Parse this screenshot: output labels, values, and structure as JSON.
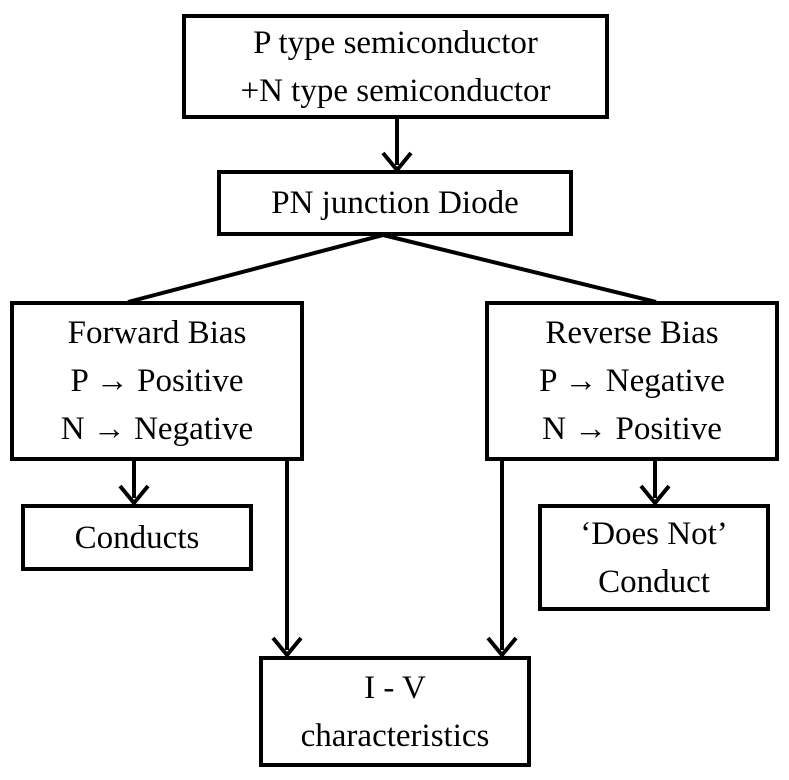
{
  "colors": {
    "line": "#000000",
    "box_fill": "#ffffff",
    "text": "#000000"
  },
  "nodes": {
    "semiconductor": {
      "line1": "P type semiconductor",
      "line2": "+N type semiconductor"
    },
    "diode": {
      "label": "PN junction Diode"
    },
    "forward": {
      "title": "Forward Bias",
      "line1": "P → Positive",
      "line2": "N → Negative"
    },
    "reverse": {
      "title": "Reverse Bias",
      "line1": "P → Negative",
      "line2": "N → Positive"
    },
    "conducts": {
      "label": "Conducts"
    },
    "not_conduct": {
      "line1": "‘Does Not’",
      "line2": "Conduct"
    },
    "iv": {
      "line1": "I - V",
      "line2": "characteristics"
    }
  }
}
